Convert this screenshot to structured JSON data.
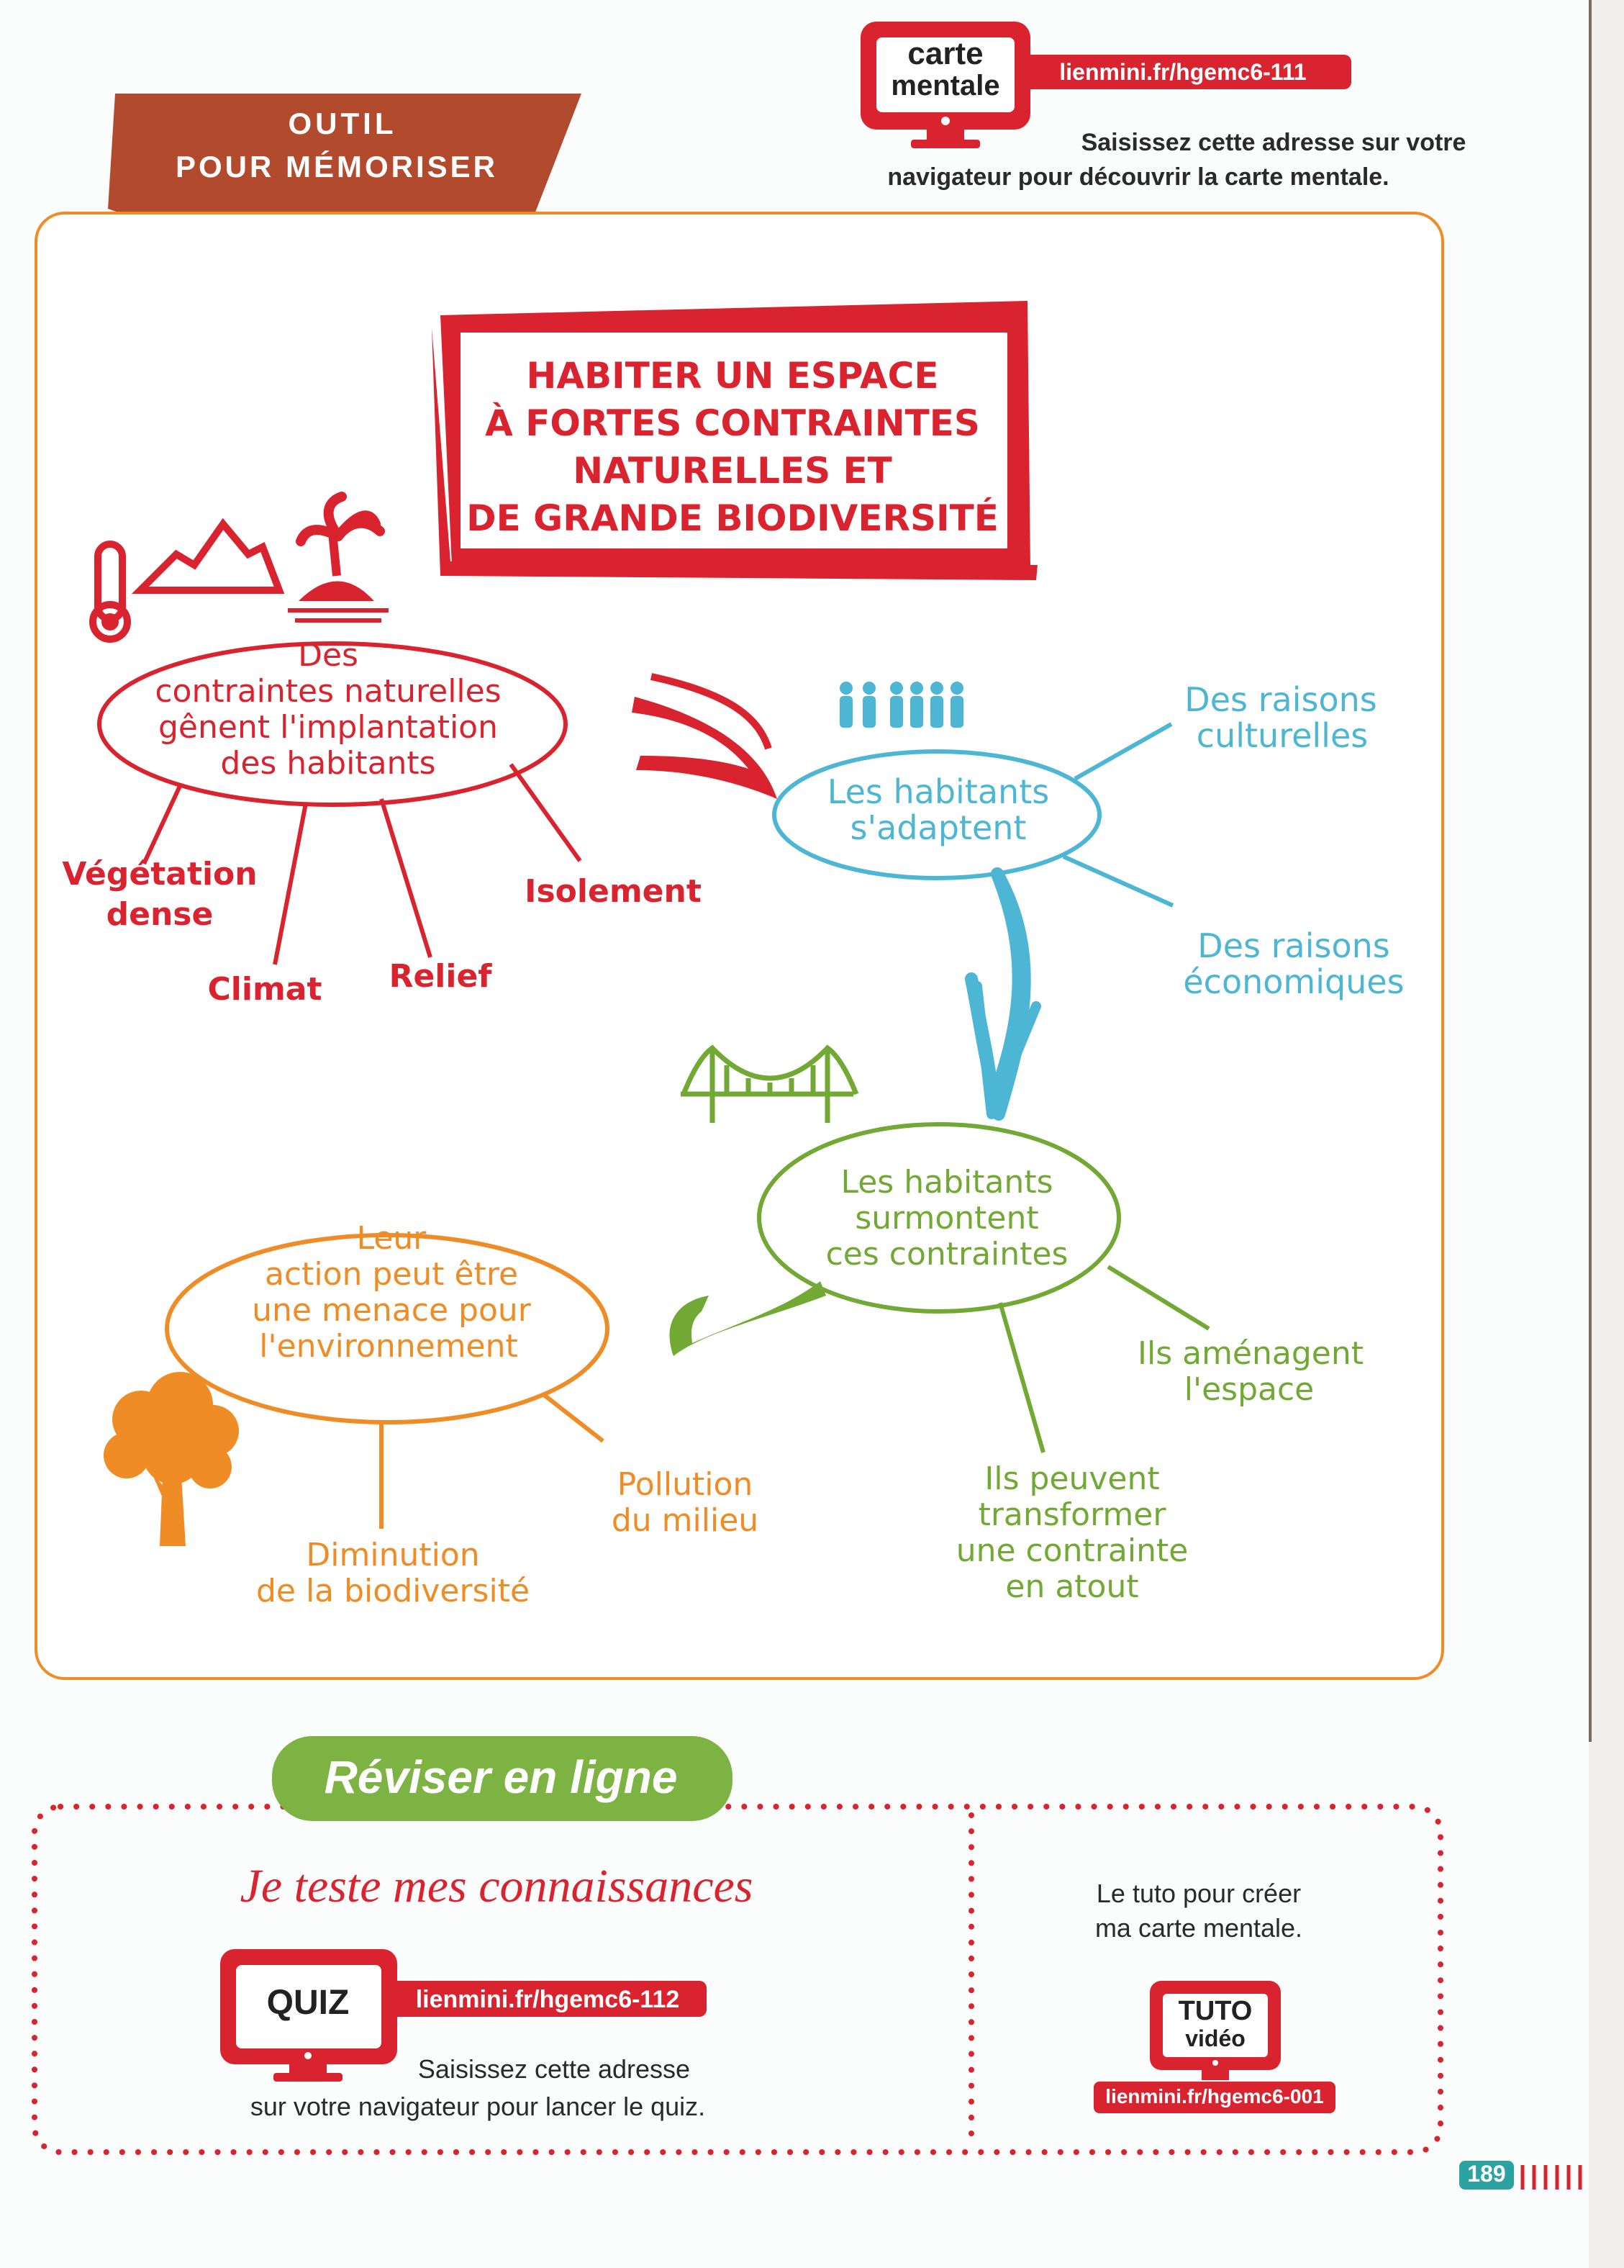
{
  "header": {
    "tab_line1": "OUTIL",
    "tab_line2": "POUR MÉMORISER",
    "screen_line1": "carte",
    "screen_line2": "mentale",
    "link": "lienmini.fr/hgemc6-111",
    "caption_line1": "Saisissez cette adresse sur votre",
    "caption_line2": "navigateur pour découvrir la carte mentale."
  },
  "map": {
    "title_lines": [
      "HABITER UN ESPACE",
      "À FORTES CONTRAINTES",
      "NATURELLES ET",
      "DE GRANDE BIODIVERSITÉ"
    ],
    "constraints": {
      "center_lines": [
        "Des",
        "contraintes naturelles",
        "gênent l'implantation",
        "des habitants"
      ],
      "vegetation_lines": [
        "Végétation",
        "dense"
      ],
      "climat": "Climat",
      "relief": "Relief",
      "isolement": "Isolement"
    },
    "adapt": {
      "center_lines": [
        "Les habitants",
        "s'adaptent"
      ],
      "cultural_lines": [
        "Des raisons",
        "culturelles"
      ],
      "economic_lines": [
        "Des raisons",
        "économiques"
      ]
    },
    "overcome": {
      "center_lines": [
        "Les habitants",
        "surmontent",
        "ces contraintes"
      ],
      "amenagent_lines": [
        "Ils aménagent",
        "l'espace"
      ],
      "transform_lines": [
        "Ils peuvent",
        "transformer",
        "une contrainte",
        "en atout"
      ]
    },
    "threat": {
      "center_lines": [
        "Leur",
        "action peut être",
        "une menace pour",
        "l'environnement"
      ],
      "pollution_lines": [
        "Pollution",
        "du milieu"
      ],
      "biodiversity_lines": [
        "Diminution",
        "de la biodiversité"
      ]
    }
  },
  "revise": {
    "badge": "Réviser en ligne",
    "test_heading": "Je teste mes connaissances",
    "quiz_screen": "QUIZ",
    "quiz_link": "lienmini.fr/hgemc6-112",
    "quiz_caption_line1": "Saisissez cette adresse",
    "quiz_caption_line2": "sur votre navigateur pour lancer le quiz.",
    "tuto_text_line1": "Le tuto pour créer",
    "tuto_text_line2": "ma carte mentale.",
    "tuto_screen_line1": "TUTO",
    "tuto_screen_line2": "vidéo",
    "tuto_link": "lienmini.fr/hgemc6-001"
  },
  "page_number": "189",
  "colors": {
    "red": "#d9232f",
    "blue": "#4cb6d4",
    "green": "#72a935",
    "orange": "#ef8c26",
    "tab_brown": "#b24a2d",
    "badge_green": "#7cb342",
    "page_teal": "#2ca3a0"
  }
}
